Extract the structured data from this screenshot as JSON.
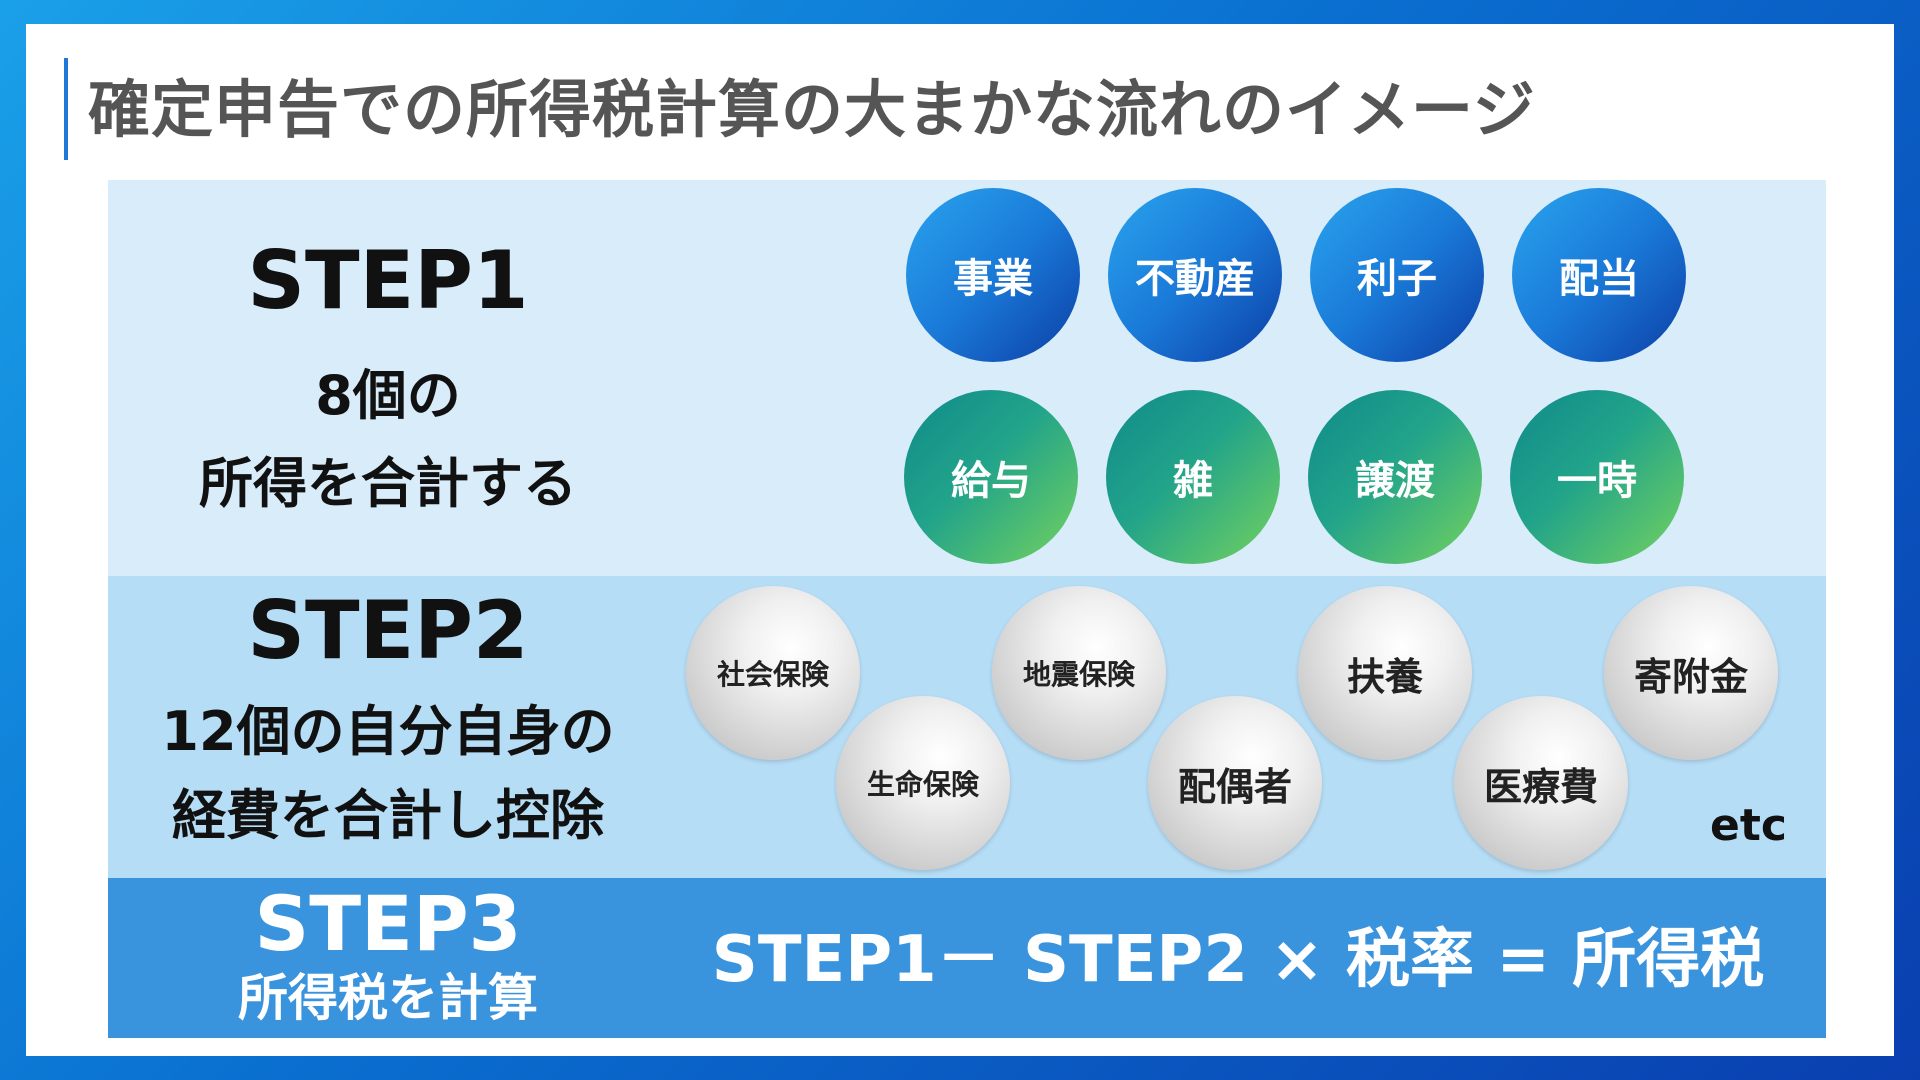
{
  "title": "確定申告での所得税計算の大まかな流れのイメージ",
  "colors": {
    "frame": "#0a6fd0",
    "band1": "#d8ecfa",
    "band2": "#b6ddf6",
    "band3": "#3a93dd",
    "title_text": "#555555"
  },
  "step1": {
    "heading": "STEP1",
    "desc_line1": "8個の",
    "desc_line2": "所得を合計する",
    "income_top": [
      "事業",
      "不動産",
      "利子",
      "配当"
    ],
    "income_bottom": [
      "給与",
      "雑",
      "譲渡",
      "一時"
    ]
  },
  "step2": {
    "heading": "STEP2",
    "desc_line1": "12個の自分自身の",
    "desc_line2": "経費を合計し控除",
    "deductions": [
      "社会保険",
      "生命保険",
      "地震保険",
      "配偶者",
      "扶養",
      "医療費",
      "寄附金"
    ],
    "etc": "etc"
  },
  "step3": {
    "heading": "STEP3",
    "desc": "所得税を計算",
    "formula": "STEP1－ STEP2 × 税率 = 所得税"
  }
}
